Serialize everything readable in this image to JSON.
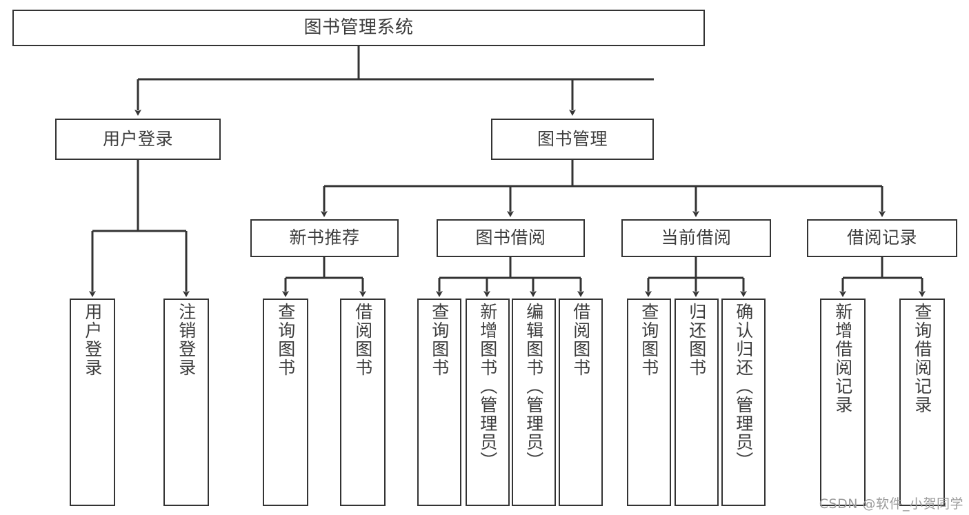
{
  "diagram": {
    "title": "图书管理系统",
    "type": "tree-hierarchy",
    "levels": 4,
    "colors": {
      "stroke": "#333333",
      "text": "#3d3d3d",
      "background": "#ffffff",
      "watermark": "#9b9b9b"
    },
    "root": {
      "label": "图书管理系统"
    },
    "level2": [
      {
        "label": "用户登录"
      },
      {
        "label": "图书管理"
      }
    ],
    "level3": [
      {
        "label": "新书推荐"
      },
      {
        "label": "图书借阅"
      },
      {
        "label": "当前借阅"
      },
      {
        "label": "借阅记录"
      }
    ],
    "leaves": {
      "user_login": [
        {
          "label": "用户登录"
        },
        {
          "label": "注销登录"
        }
      ],
      "new_book_recommend": [
        {
          "label": "查询图书"
        },
        {
          "label": "借阅图书"
        }
      ],
      "book_borrow": [
        {
          "label": "查询图书"
        },
        {
          "label": "新增图书（管理员）"
        },
        {
          "label": "编辑图书（管理员）"
        },
        {
          "label": "借阅图书"
        }
      ],
      "current_borrow": [
        {
          "label": "查询图书"
        },
        {
          "label": "归还图书"
        },
        {
          "label": "确认归还（管理员）"
        }
      ],
      "borrow_record": [
        {
          "label": "新增借阅记录"
        },
        {
          "label": "查询借阅记录"
        }
      ]
    }
  },
  "watermark": {
    "text": "CSDN @软件_小贺同学"
  }
}
